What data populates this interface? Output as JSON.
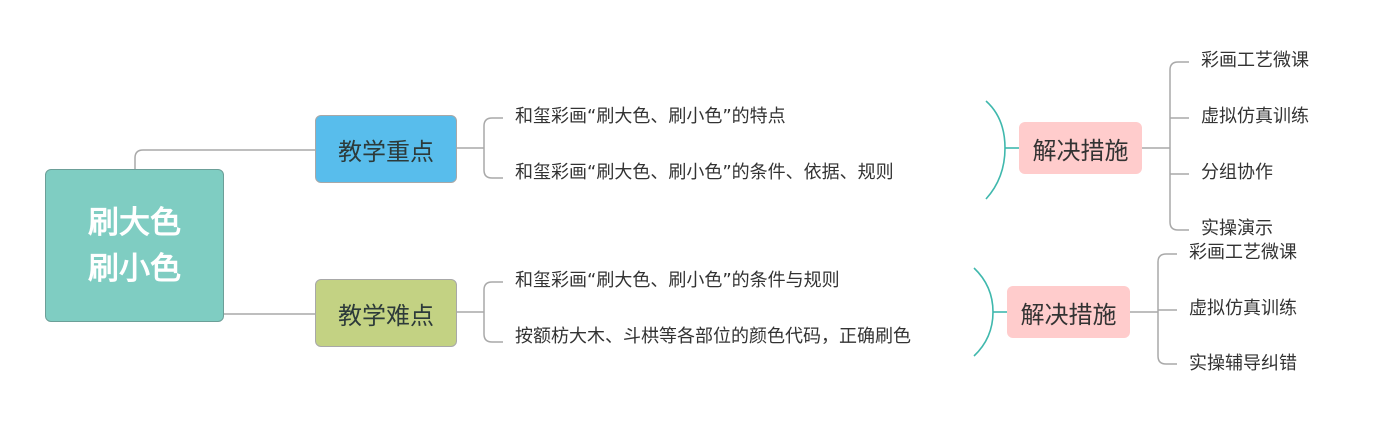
{
  "colors": {
    "root": "#7fcdc2",
    "focus": "#58bdec",
    "difficulty": "#c3d283",
    "solution": "#ffcccc",
    "connector": "#a9a9a9",
    "bracket": "#3fb8ad"
  },
  "root": {
    "line1": "刷大色",
    "line2": "刷小色"
  },
  "focus": {
    "label": "教学重点",
    "points": [
      "和玺彩画“刷大色、刷小色”的特点",
      "和玺彩画“刷大色、刷小色”的条件、依据、规则"
    ],
    "solution": {
      "label": "解决措施",
      "measures": [
        "彩画工艺微课",
        "虚拟仿真训练",
        "分组协作",
        "实操演示"
      ]
    }
  },
  "difficulty": {
    "label": "教学难点",
    "points": [
      "和玺彩画“刷大色、刷小色”的条件与规则",
      "按额枋大木、斗栱等各部位的颜色代码，正确刷色"
    ],
    "solution": {
      "label": "解决措施",
      "measures": [
        "彩画工艺微课",
        "虚拟仿真训练",
        "实操辅导纠错"
      ]
    }
  }
}
